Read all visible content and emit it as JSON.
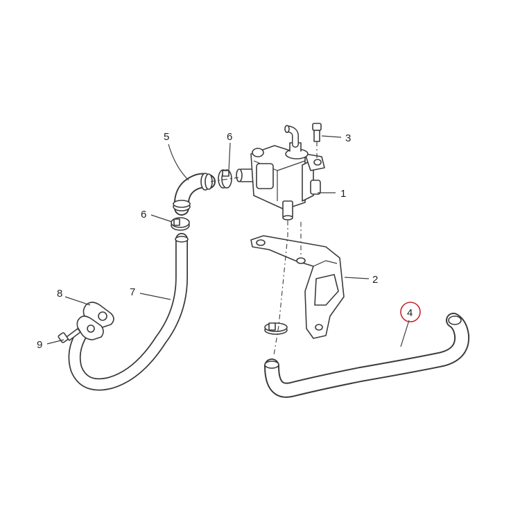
{
  "callouts": {
    "c1": "1",
    "c2": "2",
    "c3": "3",
    "c4": "4",
    "c5": "5",
    "c6a": "6",
    "c6b": "6",
    "c7": "7",
    "c8": "8",
    "c9": "9"
  },
  "highlighted_callout": "4",
  "colors": {
    "line": "#3a3a3a",
    "highlight": "#c0262d",
    "background": "#ffffff"
  }
}
